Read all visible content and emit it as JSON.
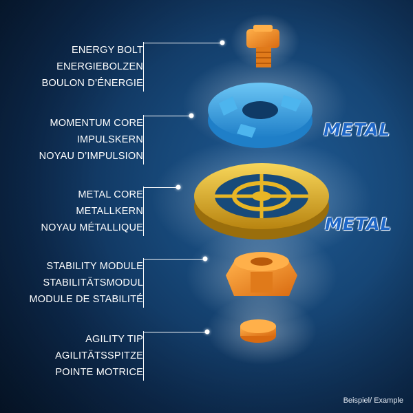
{
  "parts": [
    {
      "id": "energy-bolt",
      "lines": [
        "ENERGY BOLT",
        "ENERGIEBOLZEN",
        "BOULON D’ÉNERGIE"
      ]
    },
    {
      "id": "momentum-core",
      "lines": [
        "MOMENTUM CORE",
        "IMPULSKERN",
        "NOYAU D’IMPULSION"
      ]
    },
    {
      "id": "metal-core",
      "lines": [
        "METAL CORE",
        "METALLKERN",
        "NOYAU MÉTALLIQUE"
      ]
    },
    {
      "id": "stability-module",
      "lines": [
        "STABILITY MODULE",
        "STABILITÄTSMODUL",
        "MODULE DE STABILITÉ"
      ]
    },
    {
      "id": "agility-tip",
      "lines": [
        "AGILITY TIP",
        "AGILITÄTSSPITZE",
        "POINTE MOTRICE"
      ]
    }
  ],
  "brand_badges": [
    "METAL",
    "METAL"
  ],
  "caption": "Beispiel/ Example",
  "colors": {
    "background": "#164676",
    "orange_part": "#f08a24",
    "blue_part": "#3aa6e6",
    "gold_part": "#e8b625",
    "text": "#ffffff",
    "brand_text": "#1e66c6"
  }
}
